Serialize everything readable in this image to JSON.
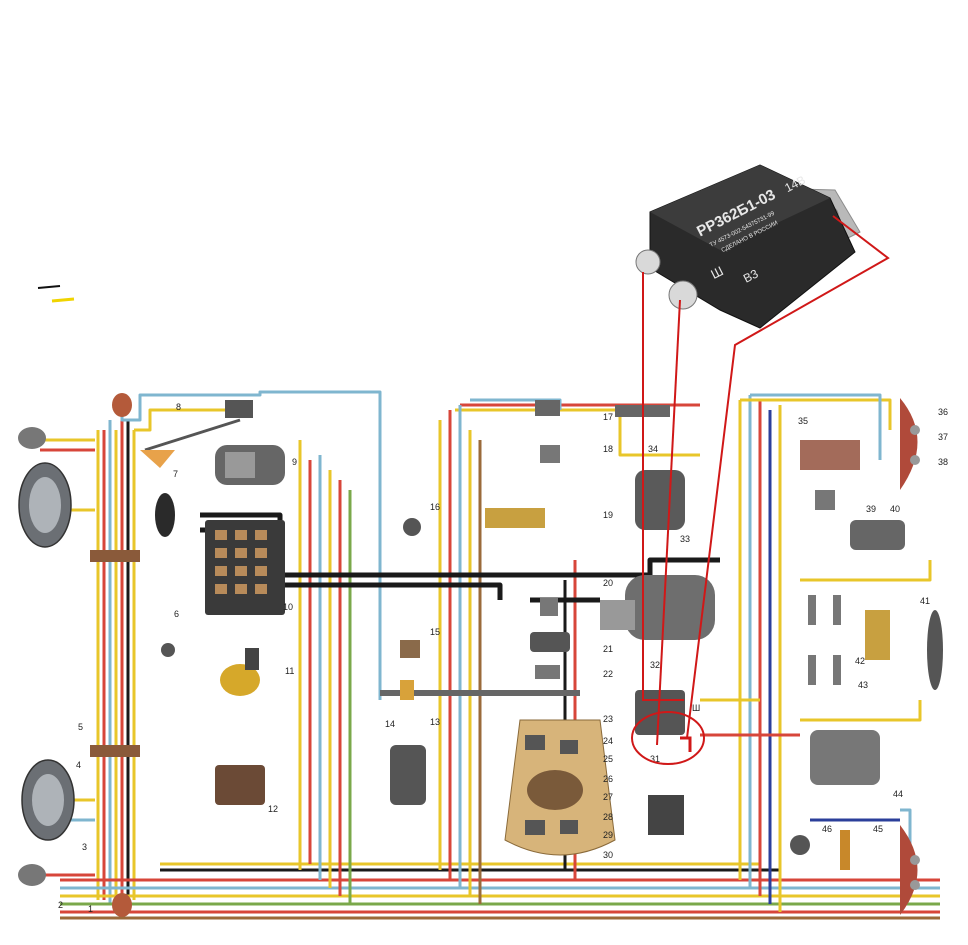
{
  "diagram": {
    "regulator": {
      "model": "РР362Б1-03",
      "voltage": "14В",
      "spec": "ТУ 4573-002-54375731-99",
      "made_in": "СДЕЛАНО В РОССИИ",
      "terminal_sh": "Ш",
      "terminal_b3": "В3",
      "mark_inside": "Ш"
    },
    "callouts": [
      "1",
      "2",
      "3",
      "4",
      "5",
      "6",
      "7",
      "8",
      "9",
      "10",
      "11",
      "12",
      "13",
      "14",
      "15",
      "16",
      "17",
      "18",
      "19",
      "20",
      "21",
      "22",
      "23",
      "24",
      "25",
      "26",
      "27",
      "28",
      "29",
      "30",
      "31",
      "32",
      "33",
      "34",
      "35",
      "36",
      "37",
      "38",
      "39",
      "40",
      "41",
      "42",
      "43",
      "44",
      "45",
      "46"
    ],
    "colors": {
      "wire_yellow": "#e8c62a",
      "wire_red": "#d7463a",
      "wire_blue": "#7fb6cf",
      "wire_black": "#1a1a1a",
      "wire_green": "#7aa84a",
      "wire_brown": "#9a6a3a",
      "annotation": "#d01818"
    }
  }
}
